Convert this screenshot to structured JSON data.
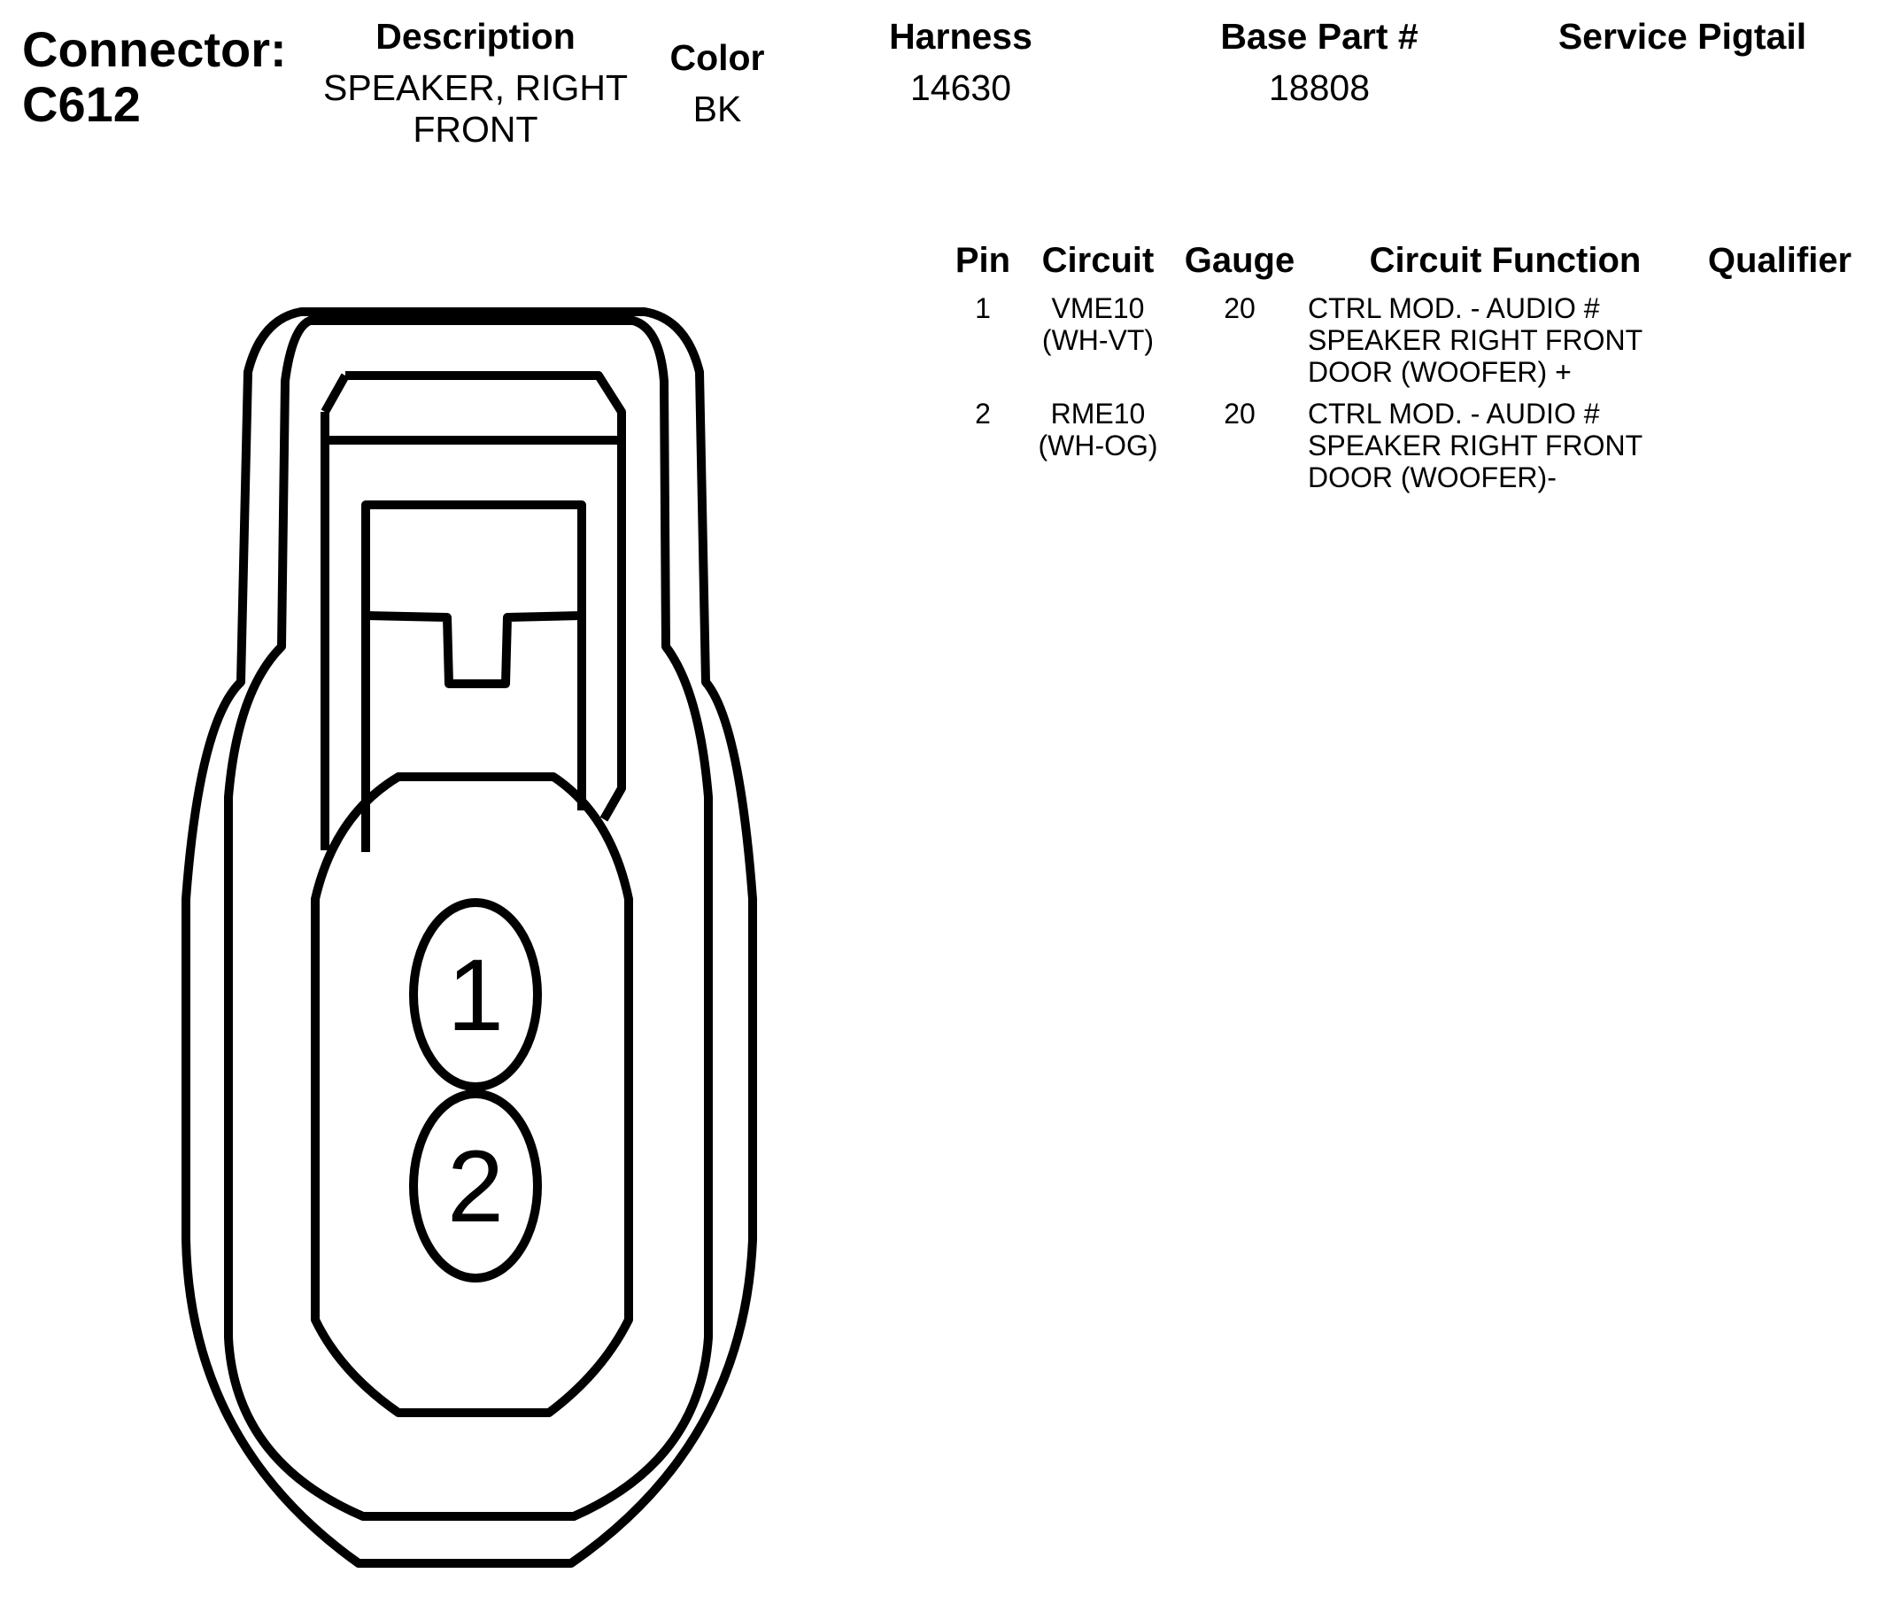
{
  "connector": {
    "label": "Connector:",
    "id": "C612"
  },
  "header": {
    "description_label": "Description",
    "description_value": "SPEAKER, RIGHT FRONT",
    "color_label": "Color",
    "color_value": "BK",
    "harness_label": "Harness",
    "harness_value": "14630",
    "base_part_label": "Base Part #",
    "base_part_value": "18808",
    "service_pigtail_label": "Service Pigtail",
    "service_pigtail_value": ""
  },
  "pin_table": {
    "headers": {
      "pin": "Pin",
      "circuit": "Circuit",
      "gauge": "Gauge",
      "circuit_function": "Circuit Function",
      "qualifier": "Qualifier"
    },
    "rows": [
      {
        "pin": "1",
        "circuit": "VME10",
        "wire_color": "(WH-VT)",
        "gauge": "20",
        "function": "CTRL MOD. - AUDIO # SPEAKER RIGHT FRONT DOOR (WOOFER) +",
        "qualifier": ""
      },
      {
        "pin": "2",
        "circuit": "RME10",
        "wire_color": "(WH-OG)",
        "gauge": "20",
        "function": "CTRL MOD. - AUDIO # SPEAKER RIGHT FRONT DOOR (WOOFER)-",
        "qualifier": ""
      }
    ]
  },
  "diagram": {
    "pin_labels": [
      "1",
      "2"
    ],
    "stroke_color": "#000000",
    "fill_color": "#ffffff"
  }
}
